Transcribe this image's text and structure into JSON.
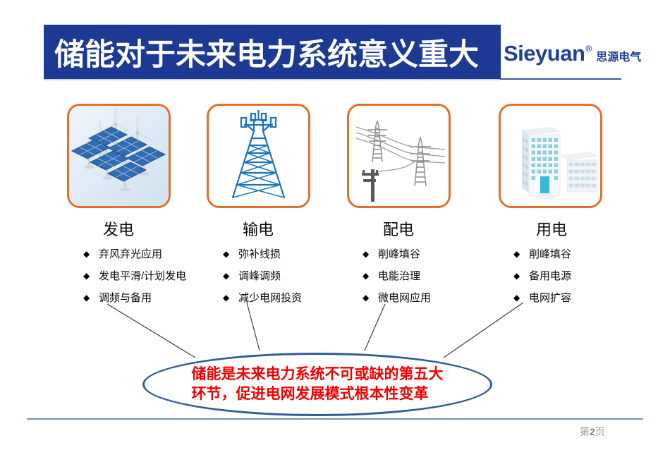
{
  "slide": {
    "header": {
      "title": "储能对于未来电力系统意义重大"
    },
    "logo": {
      "name": "Sieyuan",
      "registered_mark": "®",
      "chinese_name": "思源电气"
    },
    "bullet_glyph": "◆",
    "columns": [
      {
        "title": "发电",
        "icon": "solar-and-wind-illustration",
        "items": [
          "弃风弃光应用",
          "发电平滑/计划发电",
          "调频与备用"
        ]
      },
      {
        "title": "输电",
        "icon": "transmission-tower-illustration",
        "items": [
          "弥补线损",
          "调峰调频",
          "减少电网投资"
        ]
      },
      {
        "title": "配电",
        "icon": "power-lines-illustration",
        "items": [
          "削峰填谷",
          "电能治理",
          "微电网应用"
        ]
      },
      {
        "title": "用电",
        "icon": "buildings-illustration",
        "items": [
          "削峰填谷",
          "备用电源",
          "电网扩容"
        ]
      }
    ],
    "conclusion": {
      "line1": "储能是未来电力系统不可或缺的第五大",
      "line2": "环节，促进电网发展模式根本性变革"
    },
    "footer": {
      "page_prefix": "第",
      "page_number": "2",
      "page_suffix": "页"
    },
    "colors": {
      "banner_blue": "#1c3994",
      "logo_blue": "#20409a",
      "box_border_orange": "#e2702c",
      "tower_blue": "#1c74bc",
      "ellipse_border_blue": "#2f5d92",
      "conclusion_red": "#f40000",
      "footer_line_blue": "#7590b6"
    }
  }
}
